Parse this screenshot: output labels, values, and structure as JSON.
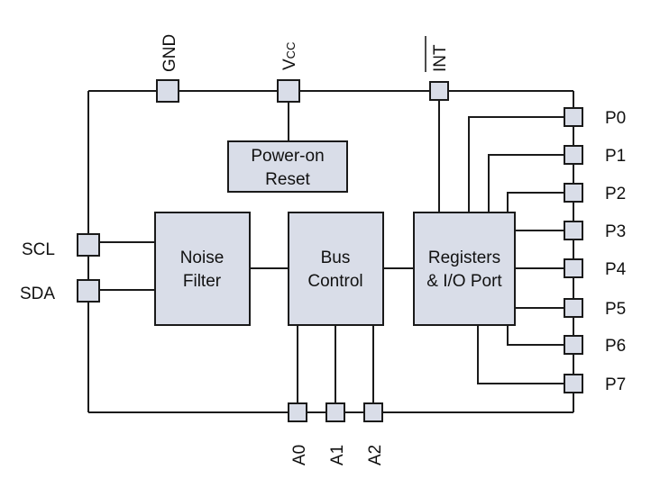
{
  "blocks": {
    "power_on_reset": [
      "Power-on",
      "Reset"
    ],
    "noise_filter": [
      "Noise",
      "Filter"
    ],
    "bus_control": [
      "Bus",
      "Control"
    ],
    "registers": [
      "Registers",
      "& I/O Port"
    ]
  },
  "top_pins": {
    "gnd": "GND",
    "vcc_main": "V",
    "vcc_sub": "CC",
    "int": "INT"
  },
  "left_pins": {
    "scl": "SCL",
    "sda": "SDA"
  },
  "bottom_pins": [
    "A0",
    "A1",
    "A2"
  ],
  "port_pins": [
    "P0",
    "P1",
    "P2",
    "P3",
    "P4",
    "P5",
    "P6",
    "P7"
  ]
}
